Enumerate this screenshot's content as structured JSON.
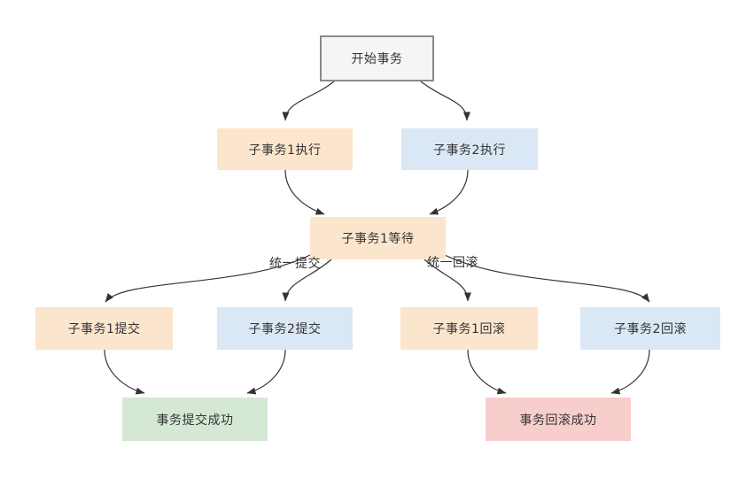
{
  "diagram": {
    "type": "flowchart",
    "nodes": [
      {
        "id": "start",
        "label": "开始事务"
      },
      {
        "id": "subtx1-execute",
        "label": "子事务1执行"
      },
      {
        "id": "subtx2-execute",
        "label": "子事务2执行"
      },
      {
        "id": "subtx1-wait",
        "label": "子事务1等待"
      },
      {
        "id": "subtx1-commit",
        "label": "子事务1提交"
      },
      {
        "id": "subtx2-commit",
        "label": "子事务2提交"
      },
      {
        "id": "subtx1-rollback",
        "label": "子事务1回滚"
      },
      {
        "id": "subtx2-rollback",
        "label": "子事务2回滚"
      },
      {
        "id": "tx-commit-success",
        "label": "事务提交成功"
      },
      {
        "id": "tx-rollback-success",
        "label": "事务回滚成功"
      }
    ],
    "edge_labels": [
      {
        "id": "unified-commit",
        "label": "统一提交"
      },
      {
        "id": "unified-rollback",
        "label": "统一回滚"
      }
    ],
    "edges": [
      {
        "from": "start",
        "to": "subtx1-execute"
      },
      {
        "from": "start",
        "to": "subtx2-execute"
      },
      {
        "from": "subtx1-execute",
        "to": "subtx1-wait"
      },
      {
        "from": "subtx2-execute",
        "to": "subtx1-wait"
      },
      {
        "from": "subtx1-wait",
        "to": "subtx1-commit",
        "label": "统一提交"
      },
      {
        "from": "subtx1-wait",
        "to": "subtx2-commit"
      },
      {
        "from": "subtx1-wait",
        "to": "subtx1-rollback",
        "label": "统一回滚"
      },
      {
        "from": "subtx1-wait",
        "to": "subtx2-rollback"
      },
      {
        "from": "subtx1-commit",
        "to": "tx-commit-success"
      },
      {
        "from": "subtx2-commit",
        "to": "tx-commit-success"
      },
      {
        "from": "subtx1-rollback",
        "to": "tx-rollback-success"
      },
      {
        "from": "subtx2-rollback",
        "to": "tx-rollback-success"
      }
    ],
    "colors": {
      "start_fill": "#F5F5F5",
      "start_border": "#8A8A8A",
      "orange_fill": "#FCE5CD",
      "blue_fill": "#DAE7F5",
      "green_fill": "#D5E8D4",
      "pink_fill": "#F8CECC",
      "edge_stroke": "#333333",
      "text": "#333333"
    }
  }
}
